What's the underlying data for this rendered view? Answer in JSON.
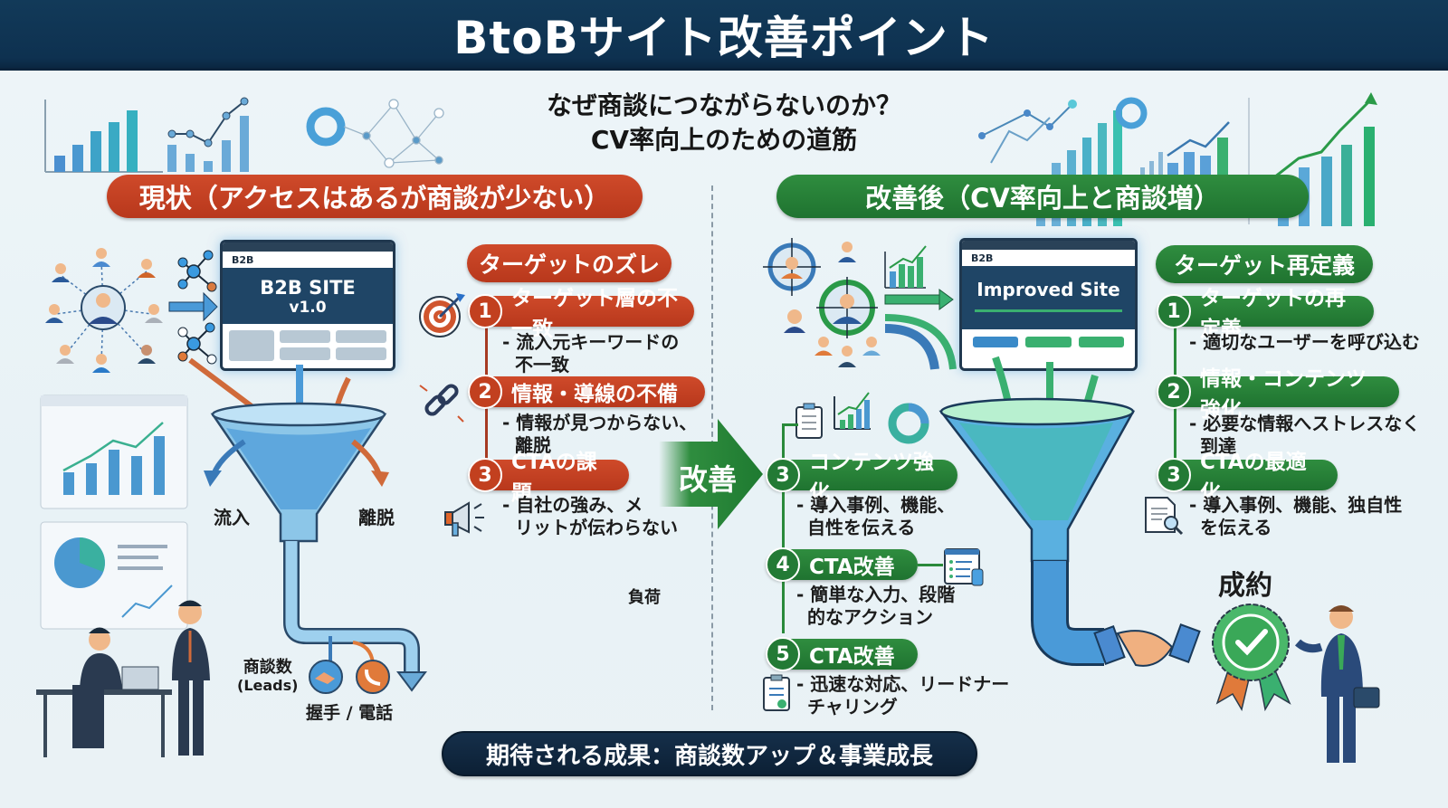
{
  "header": {
    "title": "BtoBサイト改善ポイント"
  },
  "subtitle": {
    "line1": "なぜ商談につながらないのか？",
    "line2": "CV率向上のための道筋"
  },
  "before": {
    "title": "現状（アクセスはあるが商談が少ない）",
    "site": {
      "nav_label": "B2B",
      "name": "B2B SITE",
      "version": "v1.0"
    },
    "funnel_labels": {
      "inflow": "流入",
      "exit": "離脱",
      "leads": "商談数",
      "leads_en": "(Leads)",
      "contact": "握手 / 電話",
      "load": "負荷"
    },
    "issues_title": "ターゲットのズレ",
    "issues": [
      {
        "num": "1",
        "title": "ターゲット層の不一致",
        "desc_lines": [
          "- 流入元キーワードの",
          "不一致"
        ],
        "icon": "target-icon"
      },
      {
        "num": "2",
        "title": "情報・導線の不備",
        "desc_lines": [
          "- 情報が見つからない、",
          "離脱"
        ],
        "icon": "broken-link-icon"
      },
      {
        "num": "3",
        "title": "CTAの課題",
        "desc_lines": [
          "- 自社の強み、メ",
          "リットが伝わらない"
        ],
        "icon": "megaphone-icon"
      }
    ]
  },
  "transition": {
    "label": "改善"
  },
  "after": {
    "title": "改善後（CV率向上と商談増）",
    "site": {
      "nav_label": "B2B",
      "name": "Improved Site"
    },
    "steps_left": [
      {
        "num": "3",
        "title": "コンテンツ強化",
        "desc_lines": [
          "- 導入事例、機能、",
          "自性を伝える"
        ]
      },
      {
        "num": "4",
        "title": "CTA改善",
        "desc_lines": [
          "- 簡単な入力、段階",
          "的なアクション"
        ]
      },
      {
        "num": "5",
        "title": "CTA改善",
        "desc_lines": [
          "- 迅速な対応、リードナー",
          "チャリング"
        ]
      }
    ],
    "targets_title": "ターゲット再定義",
    "steps_right": [
      {
        "num": "1",
        "title": "ターゲットの再定義",
        "desc_lines": [
          "- 適切なユーザーを呼び込む"
        ]
      },
      {
        "num": "2",
        "title": "情報・コンテンツ強化",
        "desc_lines": [
          "- 必要な情報へストレスなく",
          "到達"
        ]
      },
      {
        "num": "3",
        "title": "CTAの最適化",
        "desc_lines": [
          "- 導入事例、機能、独自性",
          "を伝える"
        ]
      }
    ],
    "result_label": "成約"
  },
  "footer": {
    "outcome": "期待される成果：商談数アップ＆事業成長"
  },
  "colors": {
    "navy": "#0e3150",
    "red": "#c2401f",
    "green": "#237a35",
    "blue": "#3d8fcf",
    "orange": "#e57a3a"
  }
}
